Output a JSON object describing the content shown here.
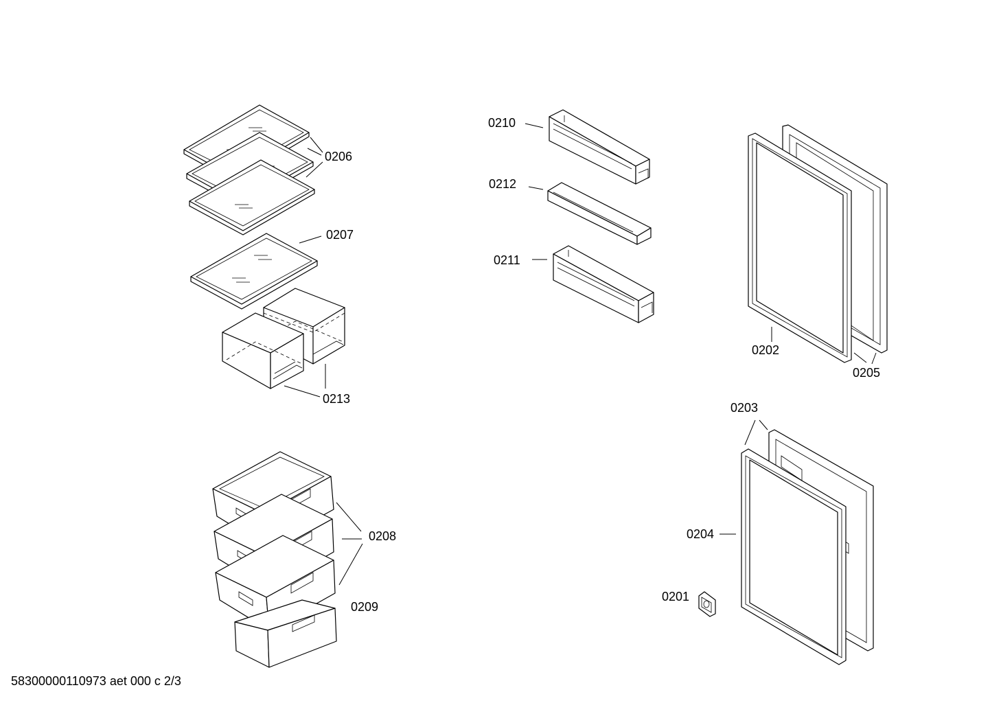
{
  "labels": {
    "p0206": "0206",
    "p0207": "0207",
    "p0213": "0213",
    "p0208": "0208",
    "p0209": "0209",
    "p0210": "0210",
    "p0212": "0212",
    "p0211": "0211",
    "p0202": "0202",
    "p0205": "0205",
    "p0203": "0203",
    "p0204": "0204",
    "p0201": "0201"
  },
  "footer": {
    "document_id": "58300000110973 aet 000 c 2/3"
  }
}
